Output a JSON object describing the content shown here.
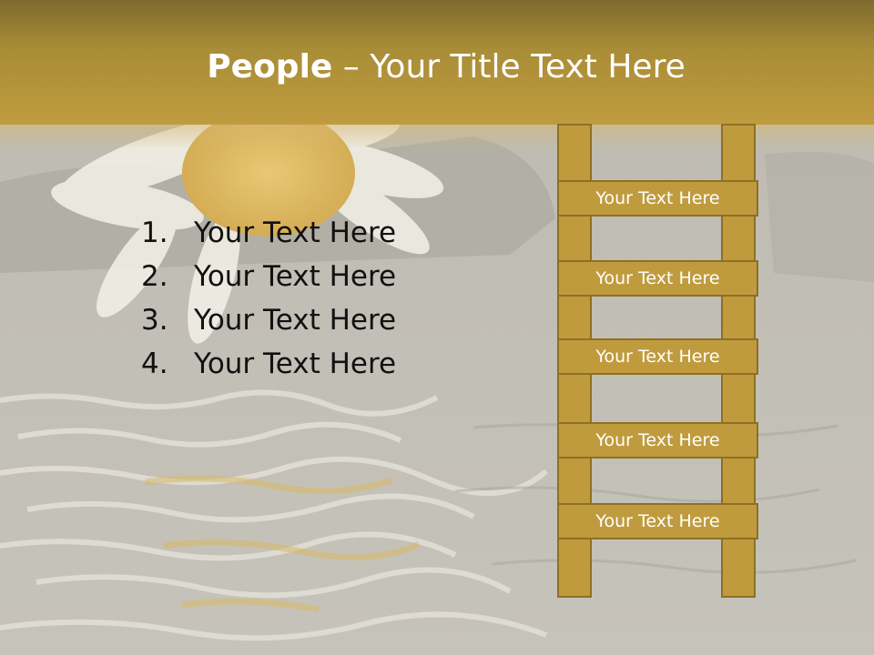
{
  "slide": {
    "title_bold": "People",
    "title_rest": " – Your Title Text Here",
    "list": [
      {
        "num": "1.",
        "text": "Your Text Here"
      },
      {
        "num": "2.",
        "text": "Your Text Here"
      },
      {
        "num": "3.",
        "text": "Your Text Here"
      },
      {
        "num": "4.",
        "text": "Your Text Here"
      }
    ],
    "ladder": [
      "Your Text Here",
      "Your Text Here",
      "Your Text Here",
      "Your Text Here",
      "Your Text Here"
    ]
  },
  "colors": {
    "accent": "#c09b3e",
    "accent_border": "#8e7024",
    "background": "#c9c6bd"
  }
}
